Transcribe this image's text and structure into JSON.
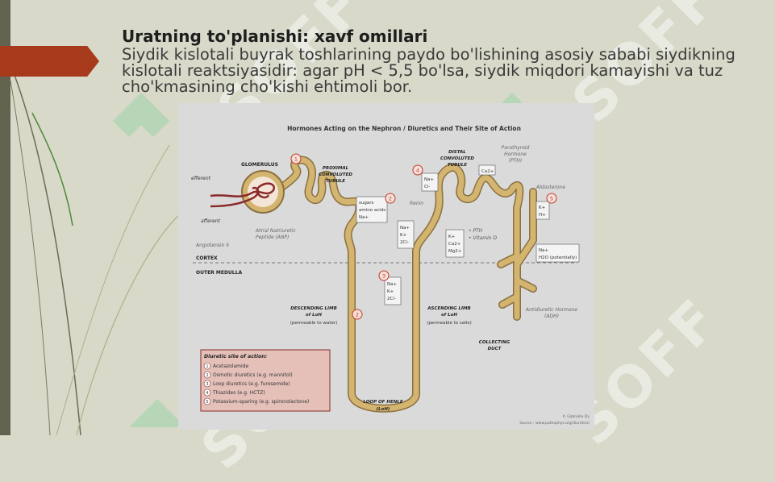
{
  "slide": {
    "title": "Uratning to'planishi: xavf omillari",
    "body": "Siydik kislotali buyrak toshlarining paydo bo'lishining asosiy sababi siydikning kislotali reaktsiyasidir: agar pH < 5,5 bo'lsa, siydik miqdori kamayishi va tuz cho'kmasining cho'kishi ehtimoli bor.",
    "watermark": "SOFF"
  },
  "figure": {
    "title": "Hormones Acting on the Nephron / Diuretics and Their Site of Action",
    "labels": {
      "glomerulus": "GLOMERULUS",
      "efferent": "efferent",
      "afferent": "afferent",
      "angiotensin": "Angiotensin II",
      "anp1": "Atrial Natriuretic",
      "anp2": "Peptide (ANP)",
      "pct1": "PROXIMAL",
      "pct2": "CONVOLUTED",
      "pct3": "TUBULE",
      "dct1": "DISTAL",
      "dct2": "CONVOLUTED",
      "dct3": "TUBULE",
      "pth1": "Parathyroid",
      "pth2": "Hormone",
      "pth3": "(PTH)",
      "aldosterone": "Aldosterone",
      "renin": "Renin",
      "cortex": "CORTEX",
      "outer_medulla": "OUTER MEDULLA",
      "desc1": "DESCENDING LIMB",
      "desc2": "of LoH",
      "desc3": "(permeable to water)",
      "asc1": "ASCENDING LIMB",
      "asc2": "of LoH",
      "asc3": "(permeable to salts)",
      "loop1": "LOOP OF HENLE",
      "loop2": "(LoH)",
      "cd1": "COLLECTING",
      "cd2": "DUCT",
      "adh1": "Antidiuretic Hormone",
      "adh2": "(ADH)",
      "pth_bullet": "• PTH",
      "vitd_bullet": "• Vitamin D",
      "copyright": "© Gabrielle Dy",
      "source": "Source : www.pathophys.org/diuretics/"
    },
    "boxes": {
      "sugars": [
        "sugars",
        "amino acids",
        "Na+"
      ],
      "box3": [
        "Na+",
        "K+",
        "2Cl-"
      ],
      "na_k_cl": [
        "Na+",
        "K+",
        "2Cl-"
      ],
      "k_ca_mg": [
        "K+",
        "Ca2+",
        "Mg2+"
      ],
      "na_cl": [
        "Na+",
        "Cl-"
      ],
      "ca": [
        "Ca2+"
      ],
      "k_h": [
        "K+",
        "H+"
      ],
      "na_h2o": [
        "Na+",
        "H2O (potentially)"
      ]
    },
    "markers": [
      "1",
      "2",
      "3",
      "4",
      "5",
      "2"
    ],
    "legend": {
      "title": "Diuretic site of action:",
      "items": [
        {
          "num": "1",
          "text": "Acetazolamide"
        },
        {
          "num": "2",
          "text": "Osmotic diuretics (e.g. mannitol)"
        },
        {
          "num": "3",
          "text": "Loop diuretics (e.g. furosemide)"
        },
        {
          "num": "4",
          "text": "Thiazides (e.g. HCTZ)"
        },
        {
          "num": "5",
          "text": "Potassium-sparing (e.g. spironolactone)"
        }
      ]
    },
    "colors": {
      "tubule": "#d3b570",
      "tubule_edge": "#8a7040",
      "vessel": "#8a2a2a",
      "marker": "#c0392b",
      "legend_bg": "#e4c0b8"
    }
  }
}
